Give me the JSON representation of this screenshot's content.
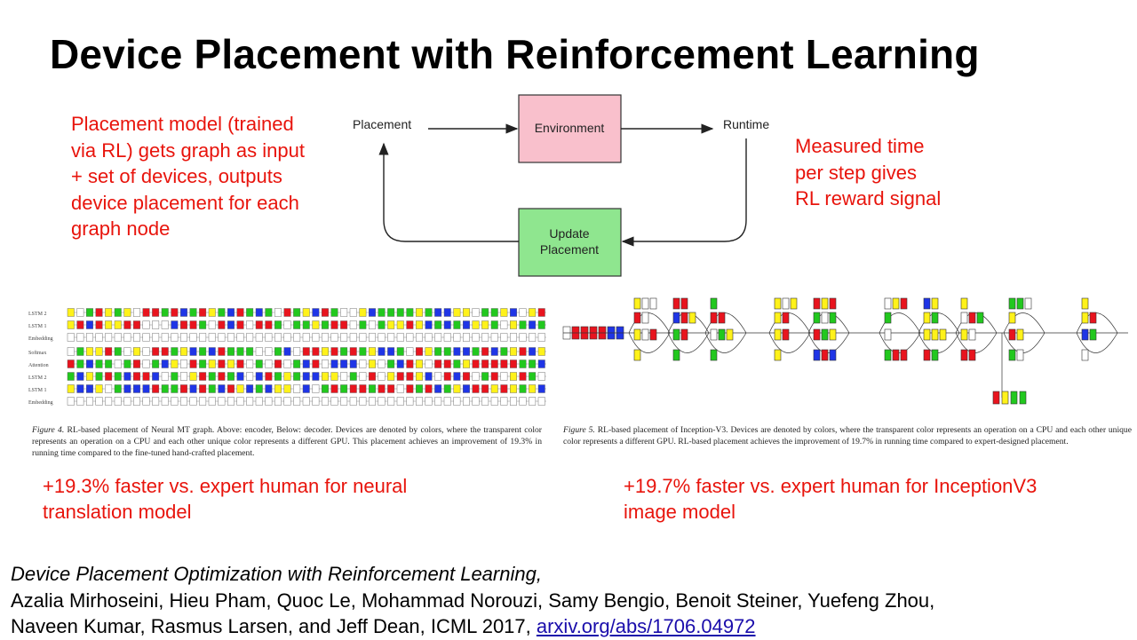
{
  "slide": {
    "title": "Device Placement with Reinforcement Learning",
    "left_note": "Placement model (trained\nvia RL) gets graph as input\n+ set of devices, outputs\ndevice placement for each\ngraph node",
    "right_note": "Measured time\nper step gives\nRL reward signal",
    "result_left": "+19.3% faster vs. expert human for neural\ntranslation model",
    "result_right": "+19.7% faster vs. expert human for InceptionV3\nimage model"
  },
  "diagram": {
    "placement_label": "Placement",
    "environment_label": "Environment",
    "runtime_label": "Runtime",
    "update_line1": "Update",
    "update_line2": "Placement",
    "env_color": "#f9c0cc",
    "update_color": "#8fe68f"
  },
  "figure4": {
    "row_labels": [
      "LSTM 2",
      "LSTM 1",
      "Embedding",
      "Softmax",
      "Attention",
      "LSTM 2",
      "LSTM 1",
      "Embedding"
    ],
    "caption_prefix": "Figure 4.",
    "caption_text": " RL-based placement of Neural MT graph. Above: encoder, Below: decoder. Devices are denoted by colors, where the transparent color represents an operation on a CPU and each other unique color represents a different GPU. This placement achieves an improvement of 19.3% in running time compared to the fine-tuned hand-crafted placement."
  },
  "figure5": {
    "caption_prefix": "Figure 5.",
    "caption_text": " RL-based placement of Inception-V3. Devices are denoted by colors, where the transparent color represents an operation on a CPU and each other unique color represents a different GPU. RL-based placement achieves the improvement of 19.7% in running time compared to expert-designed placement."
  },
  "device_colors": [
    "#ffffff",
    "#e8141e",
    "#22c81e",
    "#fff21a",
    "#1f35e6"
  ],
  "citation": {
    "paper_title": "Device Placement Optimization with Reinforcement Learning,",
    "authors_line1": "Azalia Mirhoseini, Hieu Pham, Quoc Le, Mohammad Norouzi, Samy Bengio, Benoit Steiner, Yuefeng Zhou,",
    "authors_line2_prefix": "Naveen Kumar, Rasmus Larsen, and Jeff Dean, ICML 2017, ",
    "link_text": "arxiv.org/abs/1706.04972"
  }
}
